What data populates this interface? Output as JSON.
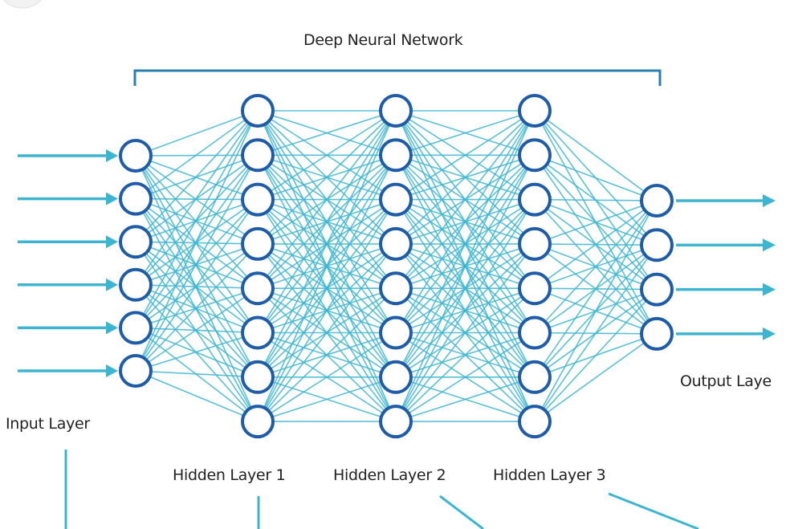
{
  "title": "Deep Neural Network",
  "layers": [
    {
      "label": "Input Layer",
      "nodes": 6
    },
    {
      "label": "Hidden Layer 1",
      "nodes": 8
    },
    {
      "label": "Hidden Layer 2",
      "nodes": 8
    },
    {
      "label": "Hidden Layer 3",
      "nodes": 8
    },
    {
      "label": "Output Laye",
      "nodes": 4
    }
  ],
  "colors": {
    "node": "#1f5ca8",
    "edge": "#3db5d1",
    "bracket": "#2a7fb0"
  }
}
